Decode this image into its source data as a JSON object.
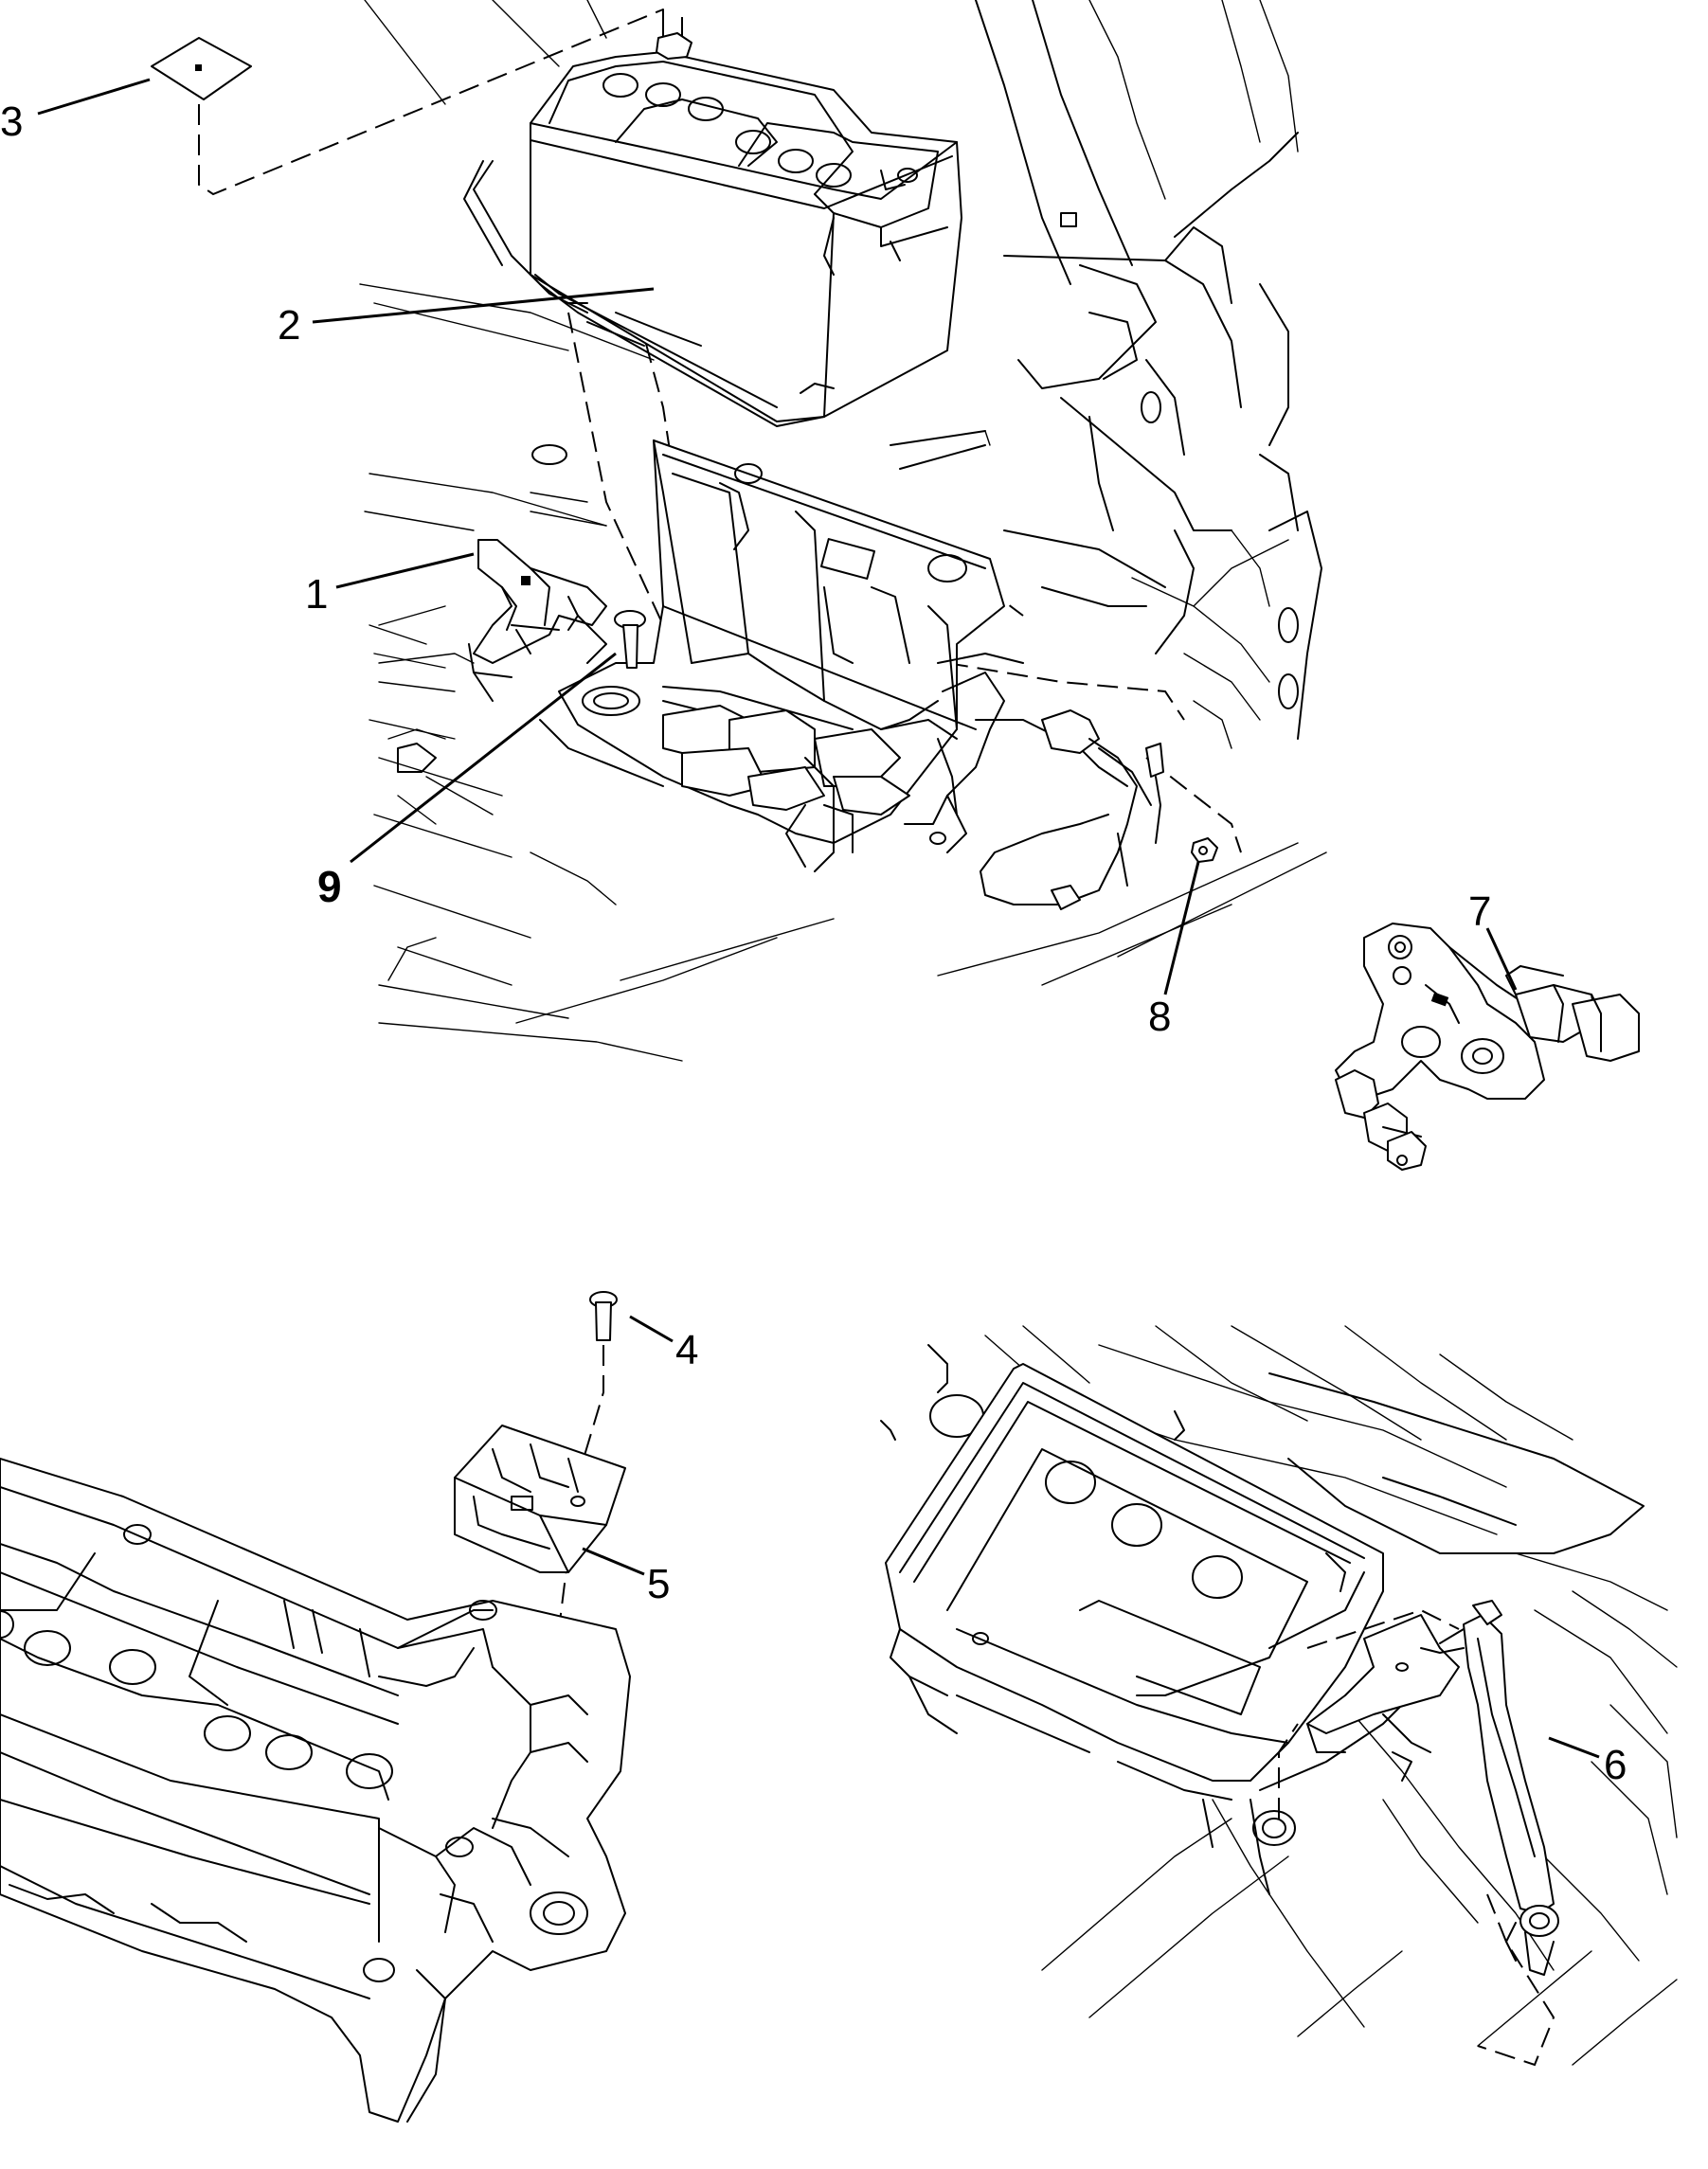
{
  "callouts": {
    "c1": "1",
    "c2": "2",
    "c3": "3",
    "c4": "4",
    "c5": "5",
    "c6": "6",
    "c7": "7",
    "c8": "8",
    "c9": "9"
  }
}
